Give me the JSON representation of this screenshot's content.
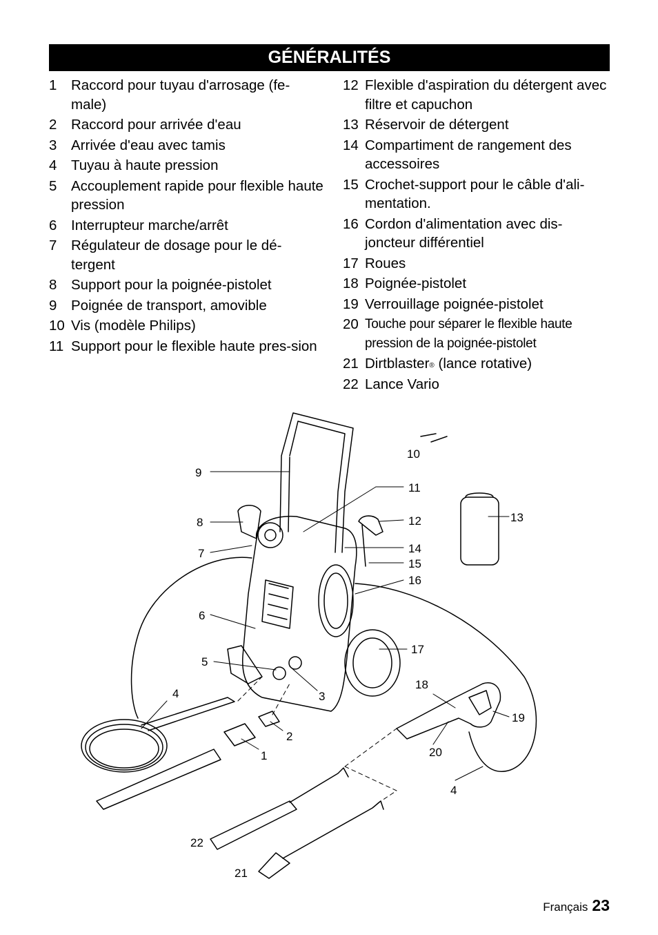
{
  "header": {
    "title": "GÉNÉRALITÉS"
  },
  "left_items": [
    {
      "n": "1",
      "text": "Raccord pour tuyau d'arrosage (fe-male)"
    },
    {
      "n": "2",
      "text": "Raccord pour arrivée d'eau"
    },
    {
      "n": "3",
      "text": "Arrivée d'eau avec tamis"
    },
    {
      "n": "4",
      "text": "Tuyau à haute pression"
    },
    {
      "n": "5",
      "text": "Accouplement rapide pour flexible haute pression"
    },
    {
      "n": "6",
      "text": "Interrupteur marche/arrêt"
    },
    {
      "n": "7",
      "text": "Régulateur de dosage pour le dé-tergent"
    },
    {
      "n": "8",
      "text": "Support pour la poignée-pistolet"
    },
    {
      "n": "9",
      "text": "Poignée de transport, amovible"
    },
    {
      "n": "10",
      "text": "Vis (modèle Philips)"
    },
    {
      "n": "11",
      "text": "Support pour le flexible haute pres-sion"
    }
  ],
  "right_items": [
    {
      "n": "12",
      "text": "Flexible d'aspiration du détergent avec filtre et capuchon"
    },
    {
      "n": "13",
      "text": "Réservoir de détergent"
    },
    {
      "n": "14",
      "text": "Compartiment de rangement des accessoires"
    },
    {
      "n": "15",
      "text": "Crochet-support pour le câble d'ali-mentation."
    },
    {
      "n": "16",
      "text": "Cordon d'alimentation avec dis-joncteur différentiel"
    },
    {
      "n": "17",
      "text": "Roues"
    },
    {
      "n": "18",
      "text": "Poignée-pistolet"
    },
    {
      "n": "19",
      "text": "Verrouillage poignée-pistolet"
    },
    {
      "n": "20",
      "text": "Touche pour séparer le flexible haute pression de la poignée-pistolet"
    },
    {
      "n": "21",
      "text": "Dirtblaster",
      "sup": "®",
      "suffix": " (lance rotative)"
    },
    {
      "n": "22",
      "text": "Lance Vario"
    }
  ],
  "diagram": {
    "callouts": [
      "9",
      "8",
      "7",
      "6",
      "5",
      "4",
      "10",
      "11",
      "12",
      "13",
      "14",
      "15",
      "16",
      "17",
      "18",
      "19",
      "20",
      "4",
      "3",
      "2",
      "1",
      "22",
      "21"
    ]
  },
  "footer": {
    "language": "Français",
    "page": "23"
  }
}
